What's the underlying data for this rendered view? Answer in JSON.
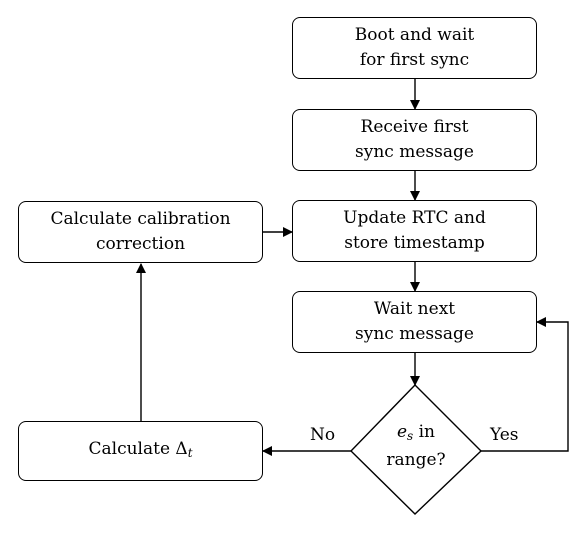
{
  "nodes": {
    "boot": {
      "line1": "Boot and wait",
      "line2": "for first sync"
    },
    "receive": {
      "line1": "Receive first",
      "line2": "sync message"
    },
    "update": {
      "line1": "Update RTC and",
      "line2": "store timestamp"
    },
    "wait": {
      "line1": "Wait next",
      "line2": "sync message"
    },
    "decision": {
      "var": "e",
      "sub": "s",
      "line1_rest": " in",
      "line2": "range?"
    },
    "calc_delta": {
      "text": "Calculate ",
      "symbol": "Δ",
      "sub": "t"
    },
    "calc_calib": {
      "line1": "Calculate calibration",
      "line2": "correction"
    }
  },
  "edges": {
    "no_label": "No",
    "yes_label": "Yes"
  }
}
